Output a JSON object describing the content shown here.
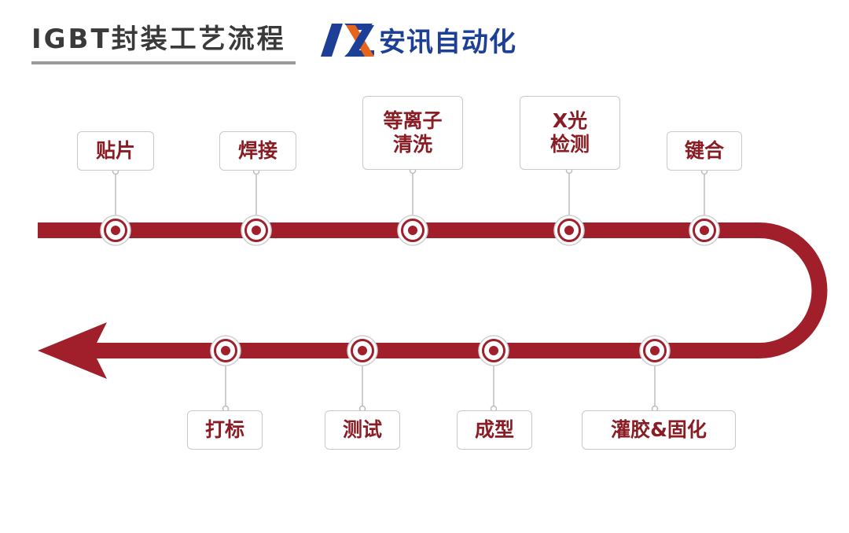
{
  "header": {
    "title": "IGBT封装工艺流程",
    "brand_name": "安讯自动化",
    "logo_icon": "anxun-logo-icon"
  },
  "colors": {
    "track": "#a01f2a",
    "label_text": "#8a1c23",
    "brand_blue": "#1d3f95",
    "box_border": "#c9c9c9"
  },
  "steps": {
    "top": [
      {
        "lines": [
          "贴片"
        ]
      },
      {
        "lines": [
          "焊接"
        ]
      },
      {
        "lines": [
          "等离子",
          "清洗"
        ]
      },
      {
        "lines": [
          "X光",
          "检测"
        ]
      },
      {
        "lines": [
          "键合"
        ]
      }
    ],
    "bottom": [
      {
        "lines": [
          "灌胶&固化"
        ]
      },
      {
        "lines": [
          "成型"
        ]
      },
      {
        "lines": [
          "测试"
        ]
      },
      {
        "lines": [
          "打标"
        ]
      }
    ]
  }
}
